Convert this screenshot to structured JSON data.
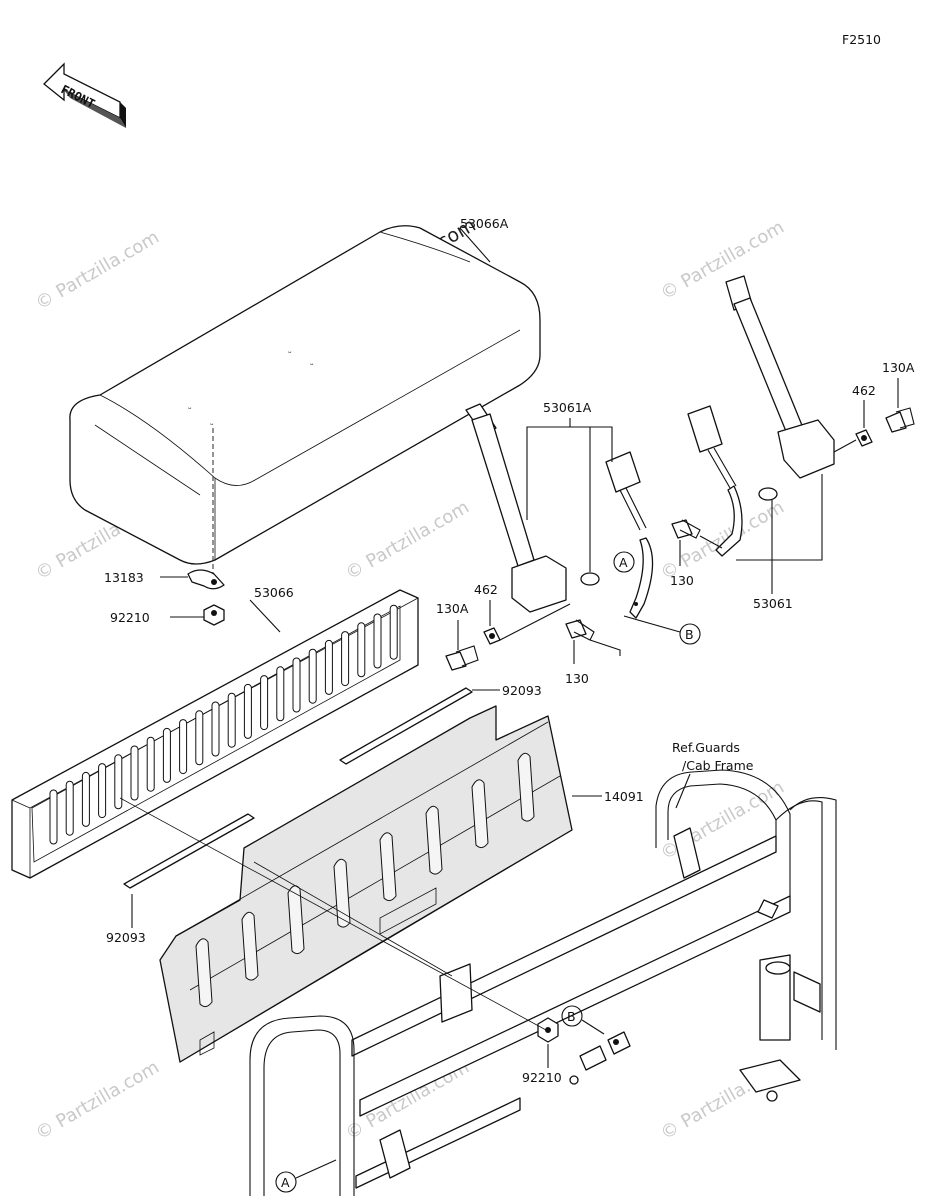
{
  "figure_code": "F2510",
  "front_arrow_label": "FRONT",
  "watermark_text": "© Partzilla.com",
  "labels": {
    "seat_cover": "53066A",
    "seat_frame": "53066",
    "seatbelt_assy_a": "53061A",
    "seatbelt_assy": "53061",
    "bolt_130a_left": "130A",
    "bolt_130a_right": "130A",
    "washer_462_left": "462",
    "washer_462_right": "462",
    "bolt_130_left": "130",
    "bolt_130_right": "130",
    "clip_13183": "13183",
    "nut_92210_top": "92210",
    "nut_92210_bottom": "92210",
    "pad_92093_top": "92093",
    "pad_92093_bottom": "92093",
    "panel_14091": "14091",
    "ref_line1": "Ref.Guards",
    "ref_line2": "/Cab Frame"
  },
  "callouts": {
    "a_upper": "A",
    "b_upper": "B",
    "b_lower": "B",
    "a_lower": "A"
  }
}
